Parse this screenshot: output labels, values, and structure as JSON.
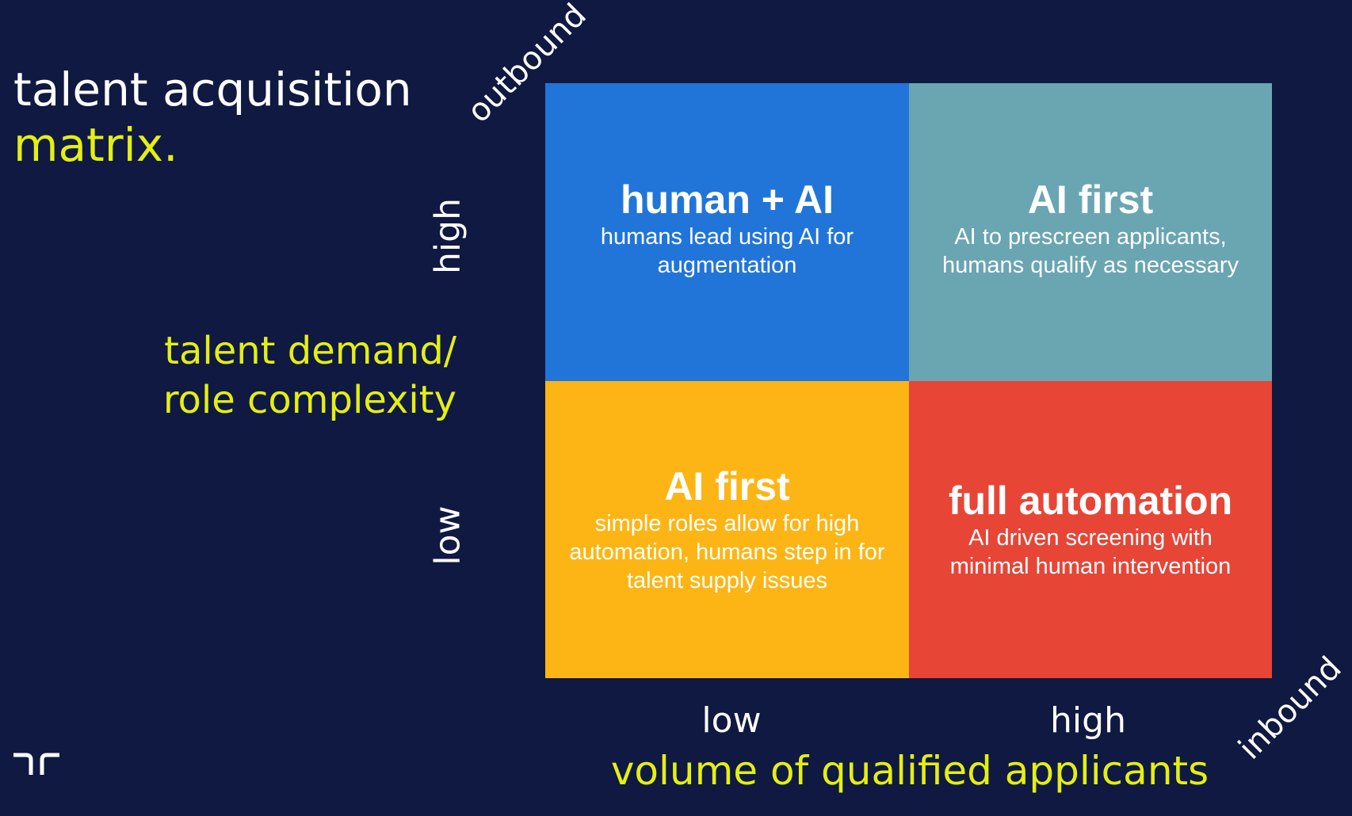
{
  "title": {
    "line1": "talent acquisition",
    "line2": "matrix."
  },
  "y_axis": {
    "title_line1": "talent demand/",
    "title_line2": "role complexity",
    "high": "high",
    "low": "low"
  },
  "x_axis": {
    "title": "volume of qualified applicants",
    "low": "low",
    "high": "high"
  },
  "corners": {
    "top_left": "outbound",
    "bottom_right": "inbound"
  },
  "quadrants": {
    "top_left": {
      "title": "human + AI",
      "desc_line1": "humans lead using AI for",
      "desc_line2": "augmentation",
      "color": "#2175d9"
    },
    "top_right": {
      "title": "AI first",
      "desc_line1": "AI to prescreen applicants,",
      "desc_line2": "humans qualify as necessary",
      "color": "#6aa5b2"
    },
    "bottom_left": {
      "title": "AI first",
      "desc_line1": "simple roles allow for high",
      "desc_line2": "automation, humans step in for",
      "desc_line3": "talent supply issues",
      "color": "#fdb515"
    },
    "bottom_right": {
      "title": "full automation",
      "desc_line1": "AI driven screening with",
      "desc_line2": "minimal human intervention",
      "color": "#e74536"
    }
  },
  "colors": {
    "background": "#0f1941",
    "accent": "#e4ef12"
  },
  "logo": "brand-logo-icon"
}
